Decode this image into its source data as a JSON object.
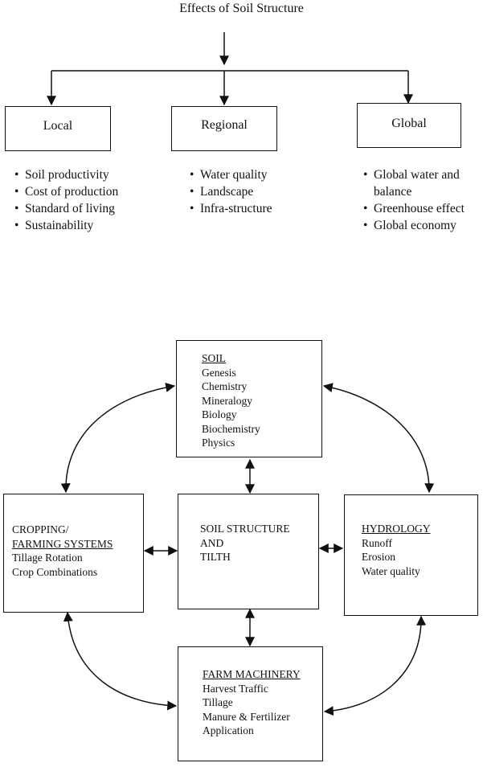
{
  "effects": {
    "title": "Effects of Soil Structure",
    "columns": [
      {
        "label": "Local",
        "items": [
          "Soil productivity",
          "Cost of production",
          "Standard of living",
          "Sustainability"
        ]
      },
      {
        "label": "Regional",
        "items": [
          "Water quality",
          "Landscape",
          "Infra-structure"
        ]
      },
      {
        "label": "Global",
        "items": [
          "Global water and balance",
          "Greenhouse effect",
          "Global economy"
        ]
      }
    ]
  },
  "network": {
    "soil": {
      "heading": "SOIL",
      "items": [
        "Genesis",
        "Chemistry",
        "Mineralogy",
        "Biology",
        "Biochemistry",
        "Physics"
      ]
    },
    "center": {
      "lines": [
        "SOIL STRUCTURE",
        "AND",
        "TILTH"
      ]
    },
    "cropping": {
      "heading_line1": "CROPPING/",
      "heading_line2": "FARMING SYSTEMS",
      "items": [
        "Tillage Rotation",
        "Crop Combinations"
      ]
    },
    "hydrology": {
      "heading": "HYDROLOGY",
      "items": [
        "Runoff",
        "Erosion",
        "Water quality"
      ]
    },
    "machinery": {
      "heading": "FARM MACHINERY",
      "items": [
        "Harvest Traffic",
        "Tillage",
        "Manure & Fertilizer",
        "Application"
      ]
    }
  }
}
